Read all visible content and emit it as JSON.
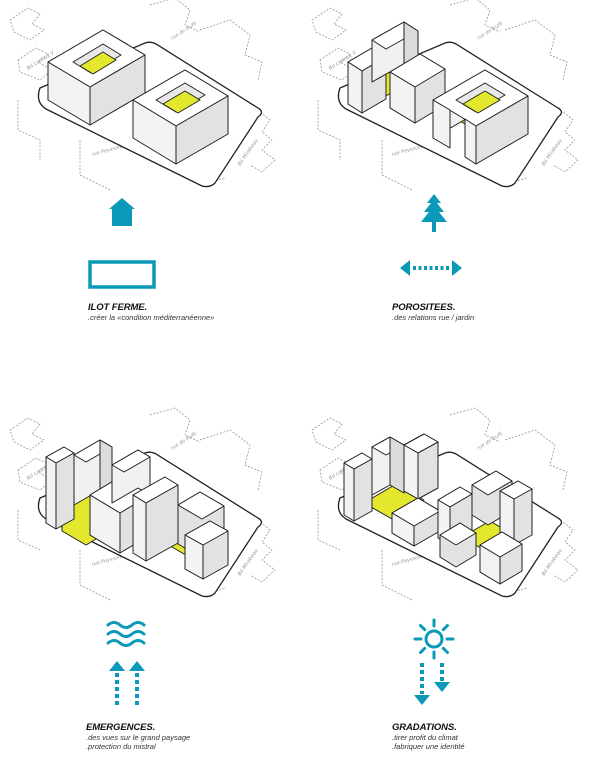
{
  "colors": {
    "accent": "#0a99b8",
    "green": "#e3e82e",
    "block_top": "#ffffff",
    "block_left": "#f1f1f1",
    "block_right": "#dcdcdc",
    "outline": "#222222",
    "dashed": "#888888"
  },
  "streets": {
    "street_a": "Bd Ledoux V",
    "street_b": "rue de Ruffi",
    "street_c": "rue Peyssonnel",
    "street_d": "Bd Mirabeau"
  },
  "panels": [
    {
      "title": "ILOT FERME.",
      "lines": [
        ".créer la «condition méditerranéenne»"
      ],
      "icons": [
        "house-icon",
        "closed-rectangle-icon"
      ]
    },
    {
      "title": "POROSITEES.",
      "lines": [
        ".des relations rue / jardin"
      ],
      "icons": [
        "tree-icon",
        "dotted-arrow-icon"
      ]
    },
    {
      "title": "EMERGENCES.",
      "lines": [
        ".des vues sur le grand paysage",
        ".protection du mistral"
      ],
      "icons": [
        "waves-icon",
        "up-arrows-icon"
      ]
    },
    {
      "title": "GRADATIONS.",
      "lines": [
        ".tirer profit du climat",
        ".fabriquer une identité"
      ],
      "icons": [
        "sun-icon",
        "down-arrows-icon"
      ]
    }
  ]
}
